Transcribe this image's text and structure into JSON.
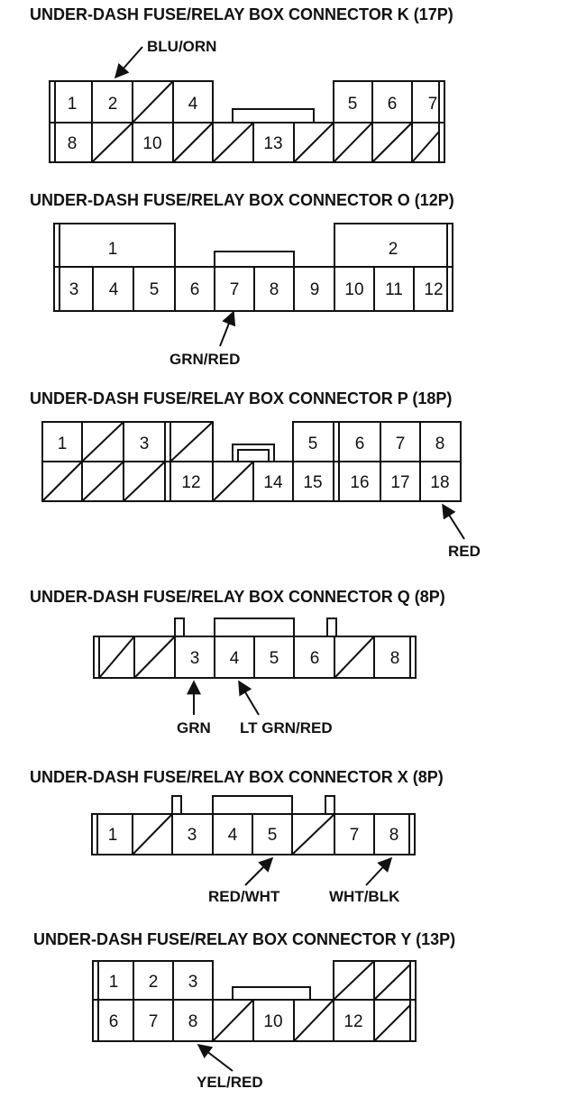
{
  "connectors": {
    "k": {
      "title": "UNDER-DASH FUSE/RELAY BOX CONNECTOR K (17P)",
      "pins": [
        "1",
        "2",
        "4",
        "5",
        "6",
        "7",
        "8",
        "10",
        "13"
      ],
      "wires": [
        "BLU/ORN"
      ]
    },
    "o": {
      "title": "UNDER-DASH FUSE/RELAY BOX CONNECTOR O (12P)",
      "pins": [
        "1",
        "2",
        "3",
        "4",
        "5",
        "6",
        "7",
        "8",
        "9",
        "10",
        "11",
        "12"
      ],
      "wires": [
        "GRN/RED"
      ]
    },
    "p": {
      "title": "UNDER-DASH FUSE/RELAY BOX CONNECTOR P (18P)",
      "pins": [
        "1",
        "3",
        "5",
        "6",
        "7",
        "8",
        "12",
        "14",
        "15",
        "16",
        "17",
        "18"
      ],
      "wires": [
        "RED"
      ]
    },
    "q": {
      "title": "UNDER-DASH FUSE/RELAY BOX CONNECTOR Q (8P)",
      "pins": [
        "3",
        "4",
        "5",
        "6",
        "8"
      ],
      "wires": [
        "GRN",
        "LT GRN/RED"
      ]
    },
    "x": {
      "title": "UNDER-DASH FUSE/RELAY BOX CONNECTOR X (8P)",
      "pins": [
        "1",
        "3",
        "4",
        "5",
        "7",
        "8"
      ],
      "wires": [
        "RED/WHT",
        "WHT/BLK"
      ]
    },
    "y": {
      "title": "UNDER-DASH FUSE/RELAY BOX CONNECTOR Y (13P)",
      "pins": [
        "1",
        "2",
        "3",
        "6",
        "7",
        "8",
        "10",
        "12"
      ],
      "wires": [
        "YEL/RED"
      ]
    }
  }
}
